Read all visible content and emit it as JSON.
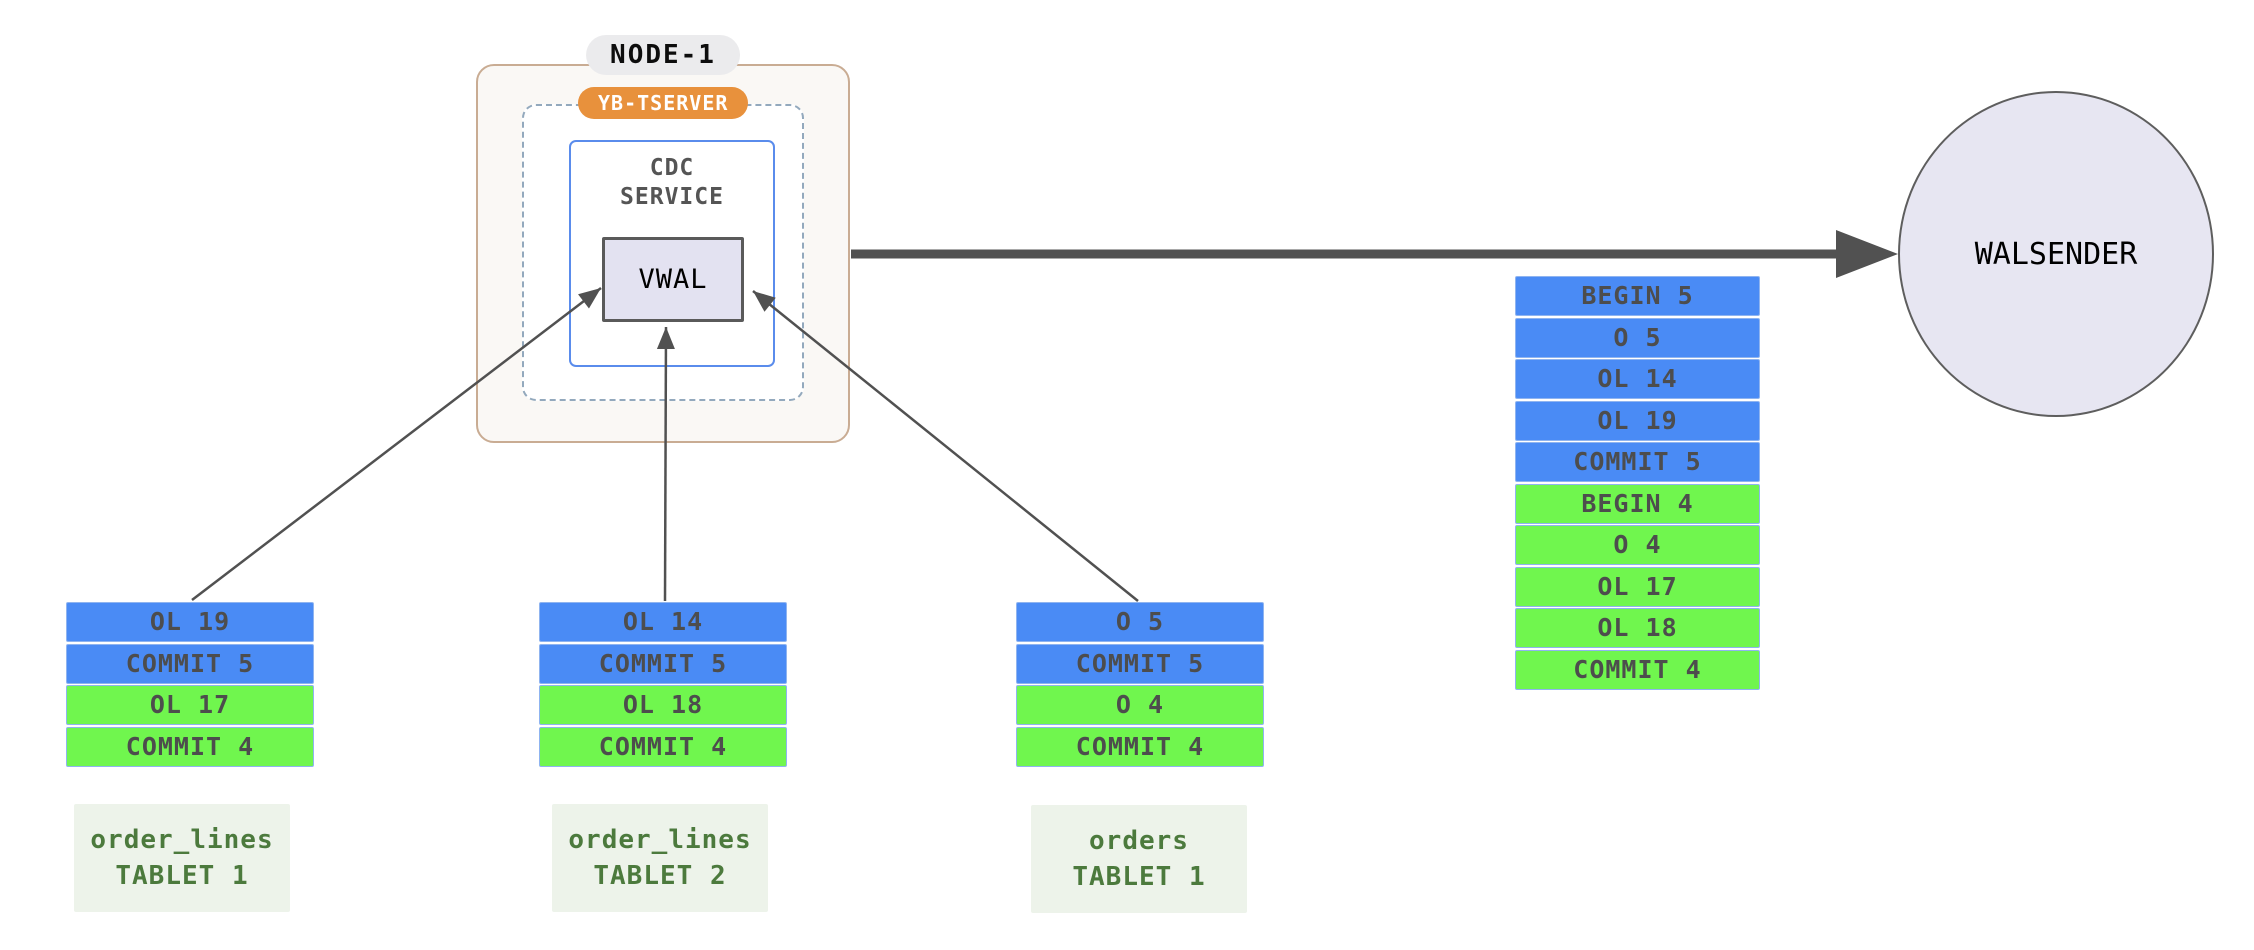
{
  "node": {
    "label": "NODE-1",
    "tserver": {
      "label": "YB-TSERVER"
    },
    "cdc_service": {
      "line1": "CDC",
      "line2": "SERVICE"
    },
    "vwal": {
      "label": "VWAL"
    }
  },
  "walsender": {
    "label": "WALSENDER"
  },
  "stream": {
    "rows": [
      {
        "label": "BEGIN 5",
        "group": "txn5"
      },
      {
        "label": "O 5",
        "group": "txn5"
      },
      {
        "label": "OL 14",
        "group": "txn5"
      },
      {
        "label": "OL 19",
        "group": "txn5"
      },
      {
        "label": "COMMIT 5",
        "group": "txn5"
      },
      {
        "label": "BEGIN 4",
        "group": "txn4"
      },
      {
        "label": "O 4",
        "group": "txn4"
      },
      {
        "label": "OL 17",
        "group": "txn4"
      },
      {
        "label": "OL 18",
        "group": "txn4"
      },
      {
        "label": "COMMIT 4",
        "group": "txn4"
      }
    ]
  },
  "tablets": [
    {
      "name_line1": "order_lines",
      "name_line2": "TABLET 1",
      "rows": [
        {
          "label": "OL 19",
          "group": "txn5"
        },
        {
          "label": "COMMIT 5",
          "group": "txn5"
        },
        {
          "label": "OL 17",
          "group": "txn4"
        },
        {
          "label": "COMMIT 4",
          "group": "txn4"
        }
      ]
    },
    {
      "name_line1": "order_lines",
      "name_line2": "TABLET 2",
      "rows": [
        {
          "label": "OL 14",
          "group": "txn5"
        },
        {
          "label": "COMMIT 5",
          "group": "txn5"
        },
        {
          "label": "OL 18",
          "group": "txn4"
        },
        {
          "label": "COMMIT 4",
          "group": "txn4"
        }
      ]
    },
    {
      "name_line1": "orders",
      "name_line2": "TABLET 1",
      "rows": [
        {
          "label": "O 5",
          "group": "txn5"
        },
        {
          "label": "COMMIT 5",
          "group": "txn5"
        },
        {
          "label": "O 4",
          "group": "txn4"
        },
        {
          "label": "COMMIT 4",
          "group": "txn4"
        }
      ]
    }
  ],
  "colors": {
    "txn5_blue": "#4a8bf5",
    "txn4_green": "#70f64e",
    "row_border": "#8fb4f0",
    "row_text": "#4d4d4d",
    "node_fill": "#faf8f5",
    "node_border": "#c9ac93",
    "node_pill_bg": "#ebebed",
    "tserver_orange": "#e8913c",
    "dashed_border": "#93a9bd",
    "cdc_border": "#5a8cec",
    "vwal_fill": "#e3e2f1",
    "walsender_fill": "#e7e6f2",
    "tablet_label_bg": "#edf3ea",
    "tablet_label_text": "#4c7a3d",
    "arrow": "#515151"
  }
}
